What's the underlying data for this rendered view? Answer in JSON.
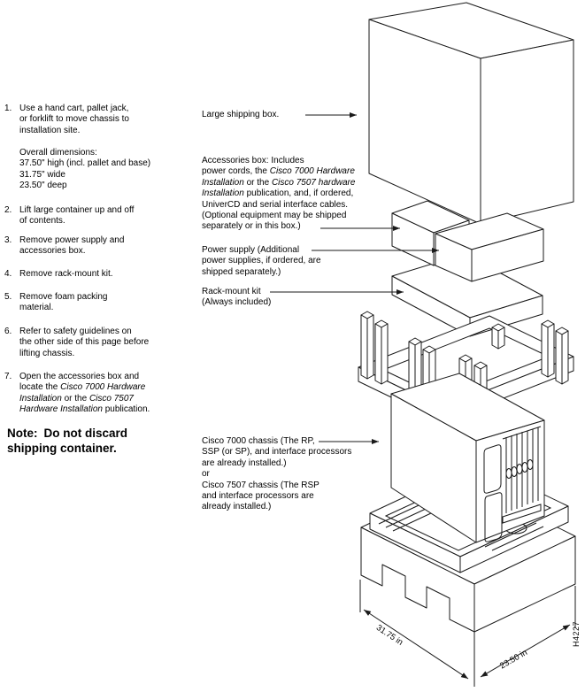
{
  "figure_id": "H4227",
  "steps": [
    {
      "num": "1.",
      "lines": [
        "Use a hand cart, pallet jack,",
        "or forklift to move chassis to",
        "installation site."
      ]
    },
    {
      "num": "2.",
      "lines": [
        "Lift large container up and off",
        "of contents."
      ]
    },
    {
      "num": "3.",
      "lines": [
        "Remove power supply and",
        "accessories box."
      ]
    },
    {
      "num": "4.",
      "lines": [
        "Remove rack-mount kit."
      ]
    },
    {
      "num": "5.",
      "lines": [
        "Remove foam packing",
        "material."
      ]
    },
    {
      "num": "6.",
      "lines": [
        "Refer to safety guidelines on",
        "the other side of this page before",
        "lifting chassis."
      ]
    }
  ],
  "overall_dimensions": {
    "l1": "Overall dimensions:",
    "l2": "37.50\" high (incl. pallet and base)",
    "l3": "31.75\" wide",
    "l4": "23.50\" deep"
  },
  "step7": {
    "num": "7.",
    "l1": "Open the accessories box and",
    "l2a": "locate the ",
    "l2b": "Cisco 7000 Hardware",
    "l3a": "Installation",
    "l3b": " or the ",
    "l3c": "Cisco 7507",
    "l4a": "Hardware Installation",
    "l4b": " publication."
  },
  "note": {
    "label": "Note:",
    "l1": "Do not discard",
    "l2": "shipping container."
  },
  "labels": {
    "large_box": "Large shipping box.",
    "accessories": {
      "l1": "Accessories box:  Includes",
      "l2a": "power cords, the ",
      "l2b": "Cisco 7000 Hardware",
      "l3a": "Installation",
      "l3b": " or the ",
      "l3c": "Cisco 7507 hardware",
      "l4a": "Installation",
      "l4b": " publication, and, if ordered,",
      "l5": "UniverCD and serial interface cables.",
      "l6": "(Optional equipment may be shipped",
      "l7": "separately or in this box.)"
    },
    "power_supply": {
      "l1": "Power supply (Additional",
      "l2": "power supplies, if ordered, are",
      "l3": "shipped separately.)"
    },
    "rack_mount": {
      "l1": "Rack-mount kit",
      "l2": "(Always included)"
    },
    "chassis": {
      "l1": "Cisco 7000 chassis (The RP,",
      "l2": "SSP (or SP), and interface processors",
      "l3": "are already installed.)",
      "l4": "or",
      "l5": "Cisco 7507 chassis (The RSP",
      "l6": "and interface processors are",
      "l7": "already installed.)"
    }
  },
  "dimensions": {
    "width": "31.75 in",
    "depth": "23.50 in"
  }
}
